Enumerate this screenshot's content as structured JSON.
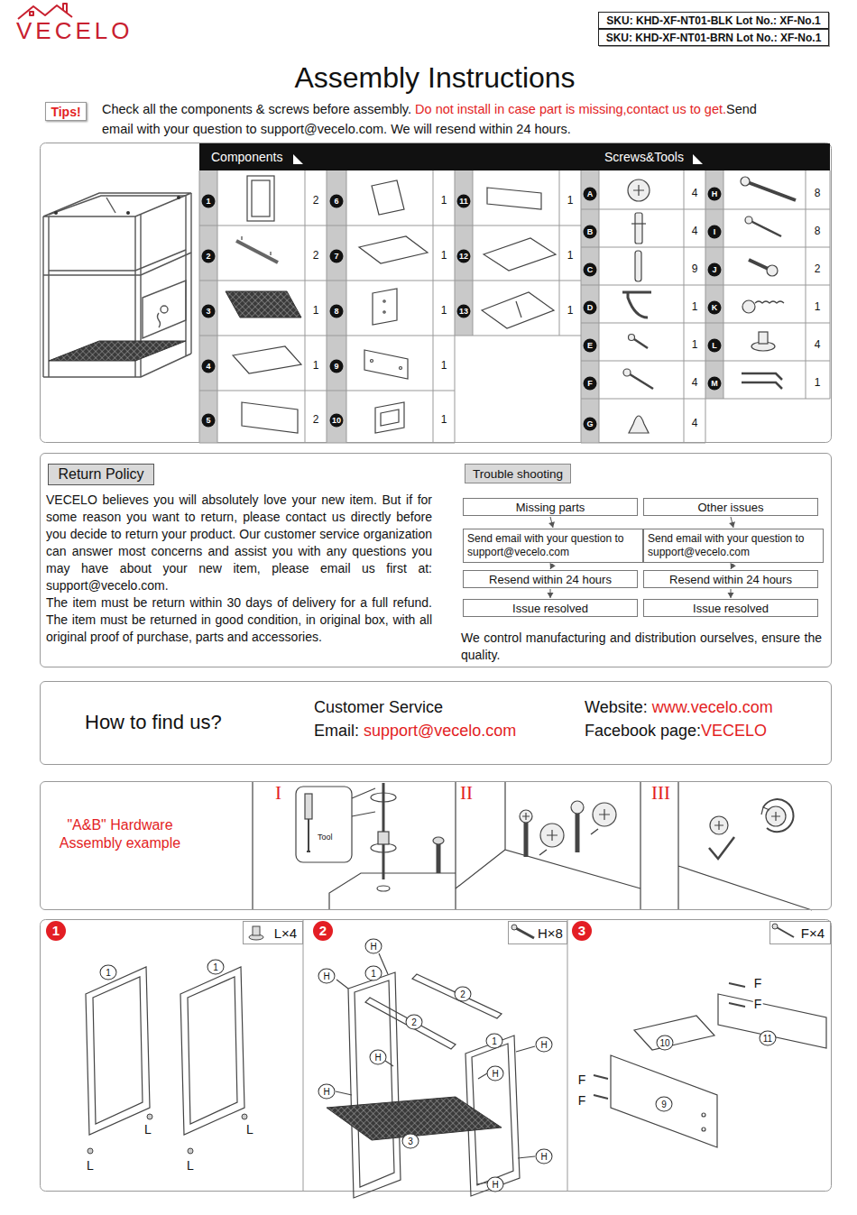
{
  "diagram": {
    "title": "Assembly Instructions",
    "nodes": [
      {
        "text": [
          "SKU: KHD-XF-NT01-BLK Lot No.: XF-No.1"
        ]
      },
      {
        "text": [
          "SKU: KHD-XF-NT01-BRN Lot No.: XF-No.1"
        ]
      },
      {
        "text": [
          "Tips!"
        ]
      },
      {
        "text": [
          "Components",
          "Screws&Tools"
        ]
      },
      {
        "text": [
          "VECELO believes you will absolutely love your new item. But if for some reason you want to return, please contact us directly before you decide to return your product. Our customer service organization can answer most concerns and assist you with any questions you may have about your new item, please email us first at: support@vecelo.com.",
          "The item must be return within 30 days of delivery for a full refund. The item must be returned in good condition, in original box, with all original proof of purchase, parts and accessories.",
          "We control manufacturing and distribution ourselves, ensure the quality."
        ]
      },
      {
        "text": [
          "Return Policy"
        ],
        "in": 4
      },
      {
        "text": [
          "Trouble shooting"
        ],
        "in": 4
      },
      {
        "text": [
          "Missing parts"
        ],
        "in": 4
      },
      {
        "text": [
          "Send email with your question to support@vecelo.com"
        ],
        "in": 4
      },
      {
        "text": [
          "Resend within 24 hours"
        ],
        "in": 4
      },
      {
        "text": [
          "Issue resolved"
        ],
        "in": 4
      },
      {
        "text": [
          "Other issues"
        ],
        "in": 4
      },
      {
        "text": [
          "Send email with your question to support@vecelo.com"
        ],
        "in": 4
      },
      {
        "text": [
          "Resend within 24 hours"
        ],
        "in": 4
      },
      {
        "text": [
          "Issue resolved"
        ],
        "in": 4
      },
      {
        "text": [
          "How to find us?",
          "Customer Service",
          "Email:",
          "support@vecelo.com",
          "Website:",
          "www.vecelo.com",
          "Facebook page:",
          "VECELO"
        ]
      },
      {
        "text": [
          "\"A&B\" Hardware Assembly example"
        ]
      },
      {
        "text": [
          "L×4"
        ]
      },
      {
        "text": [
          "H×8"
        ]
      },
      {
        "text": [
          "F×4"
        ]
      }
    ],
    "edges": [
      {
        "from": 7,
        "to": 8,
        "arrow": "to"
      },
      {
        "from": 8,
        "to": 9,
        "arrow": "to"
      },
      {
        "from": 9,
        "to": 10,
        "arrow": "to"
      },
      {
        "from": 11,
        "to": 12,
        "arrow": "to"
      },
      {
        "from": 12,
        "to": 13,
        "arrow": "to"
      },
      {
        "from": 13,
        "to": 14,
        "arrow": "to"
      }
    ],
    "labels": [
      "VECELO",
      "Check all the components & screws before assembly.",
      "Do not install in case part is missing,contact us to get.",
      "Send email with your question to support@vecelo.com. We will resend within 24 hours.",
      "1",
      "2",
      "2",
      "2",
      "3",
      "1",
      "4",
      "1",
      "5",
      "2",
      "6",
      "1",
      "7",
      "1",
      "8",
      "1",
      "9",
      "1",
      "10",
      "1",
      "11",
      "1",
      "12",
      "1",
      "13",
      "1",
      "A",
      "4",
      "B",
      "4",
      "C",
      "9",
      "D",
      "1",
      "E",
      "1",
      "F",
      "4",
      "G",
      "4",
      "H",
      "8",
      "I",
      "8",
      "J",
      "2",
      "K",
      "1",
      "L",
      "4",
      "M",
      "1",
      "I",
      "II",
      "III",
      "Tool",
      "1",
      "2",
      "3",
      "1",
      "1",
      "L",
      "L",
      "L",
      "L",
      "H",
      "H",
      "1",
      "2",
      "2",
      "H",
      "1",
      "H",
      "H",
      "H",
      "3",
      "H",
      "H",
      "F",
      "F",
      "11",
      "10",
      "F",
      "F",
      "9"
    ]
  }
}
